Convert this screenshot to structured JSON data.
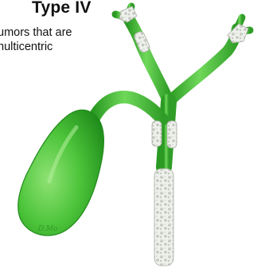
{
  "header": {
    "title": "Type IV",
    "description_lines": [
      "umors that are",
      "nulticentric"
    ]
  },
  "illustration": {
    "subject": "gallbladder-and-bile-ducts",
    "signature": "D.Mo",
    "colors": {
      "organ": "#4cc43a",
      "organ_dark": "#1d8a1a",
      "organ_light": "#b4ef9c",
      "tumor": "#e8ebe6"
    }
  }
}
